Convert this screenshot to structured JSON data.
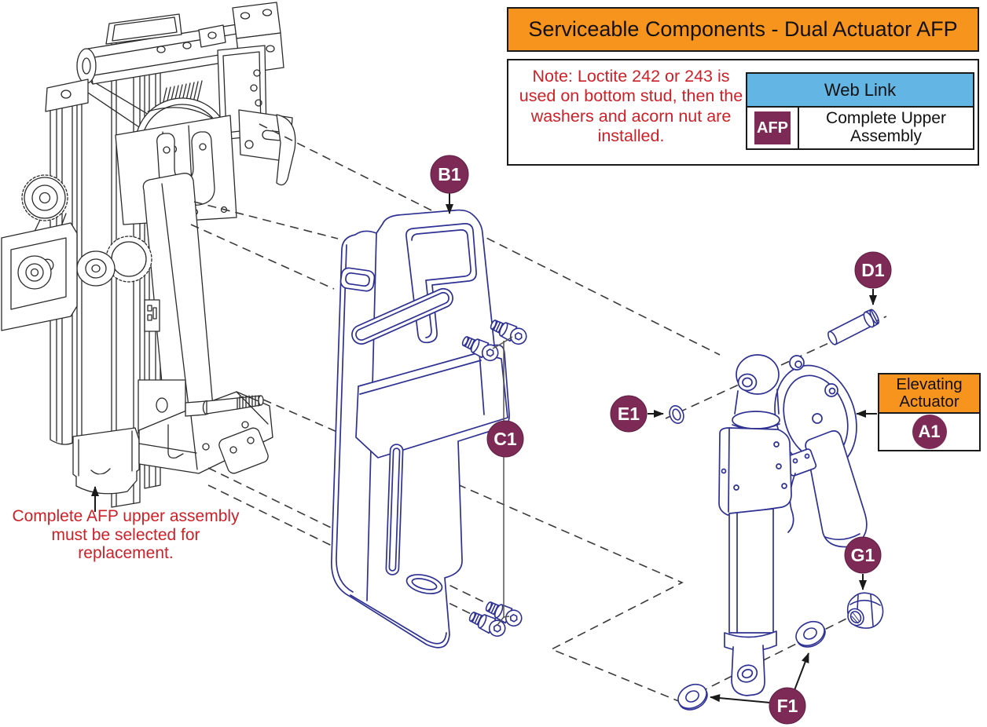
{
  "header": {
    "title": "Serviceable Components - Dual Actuator AFP"
  },
  "note_box": {
    "note_text": "Note: Loctite 242 or 243 is used on bottom stud, then the washers and acorn nut are installed.",
    "web_link": {
      "header": "Web Link",
      "badge": "AFP",
      "label": "Complete Upper Assembly"
    }
  },
  "actuator_tag": {
    "title": "Elevating Actuator",
    "callout": "A1"
  },
  "caption": {
    "text": "Complete AFP upper assembly must be selected for replacement."
  },
  "callouts": {
    "b1": "B1",
    "c1": "C1",
    "d1": "D1",
    "e1": "E1",
    "f1": "F1",
    "g1": "G1"
  },
  "colors": {
    "orange": "#F7941E",
    "table_header_blue": "#63B5E3",
    "callout_purple": "#7D2A57",
    "note_red": "#CC2129",
    "part_line_blue": "#2E3192",
    "drawing_line_black": "#2B2B2B"
  }
}
